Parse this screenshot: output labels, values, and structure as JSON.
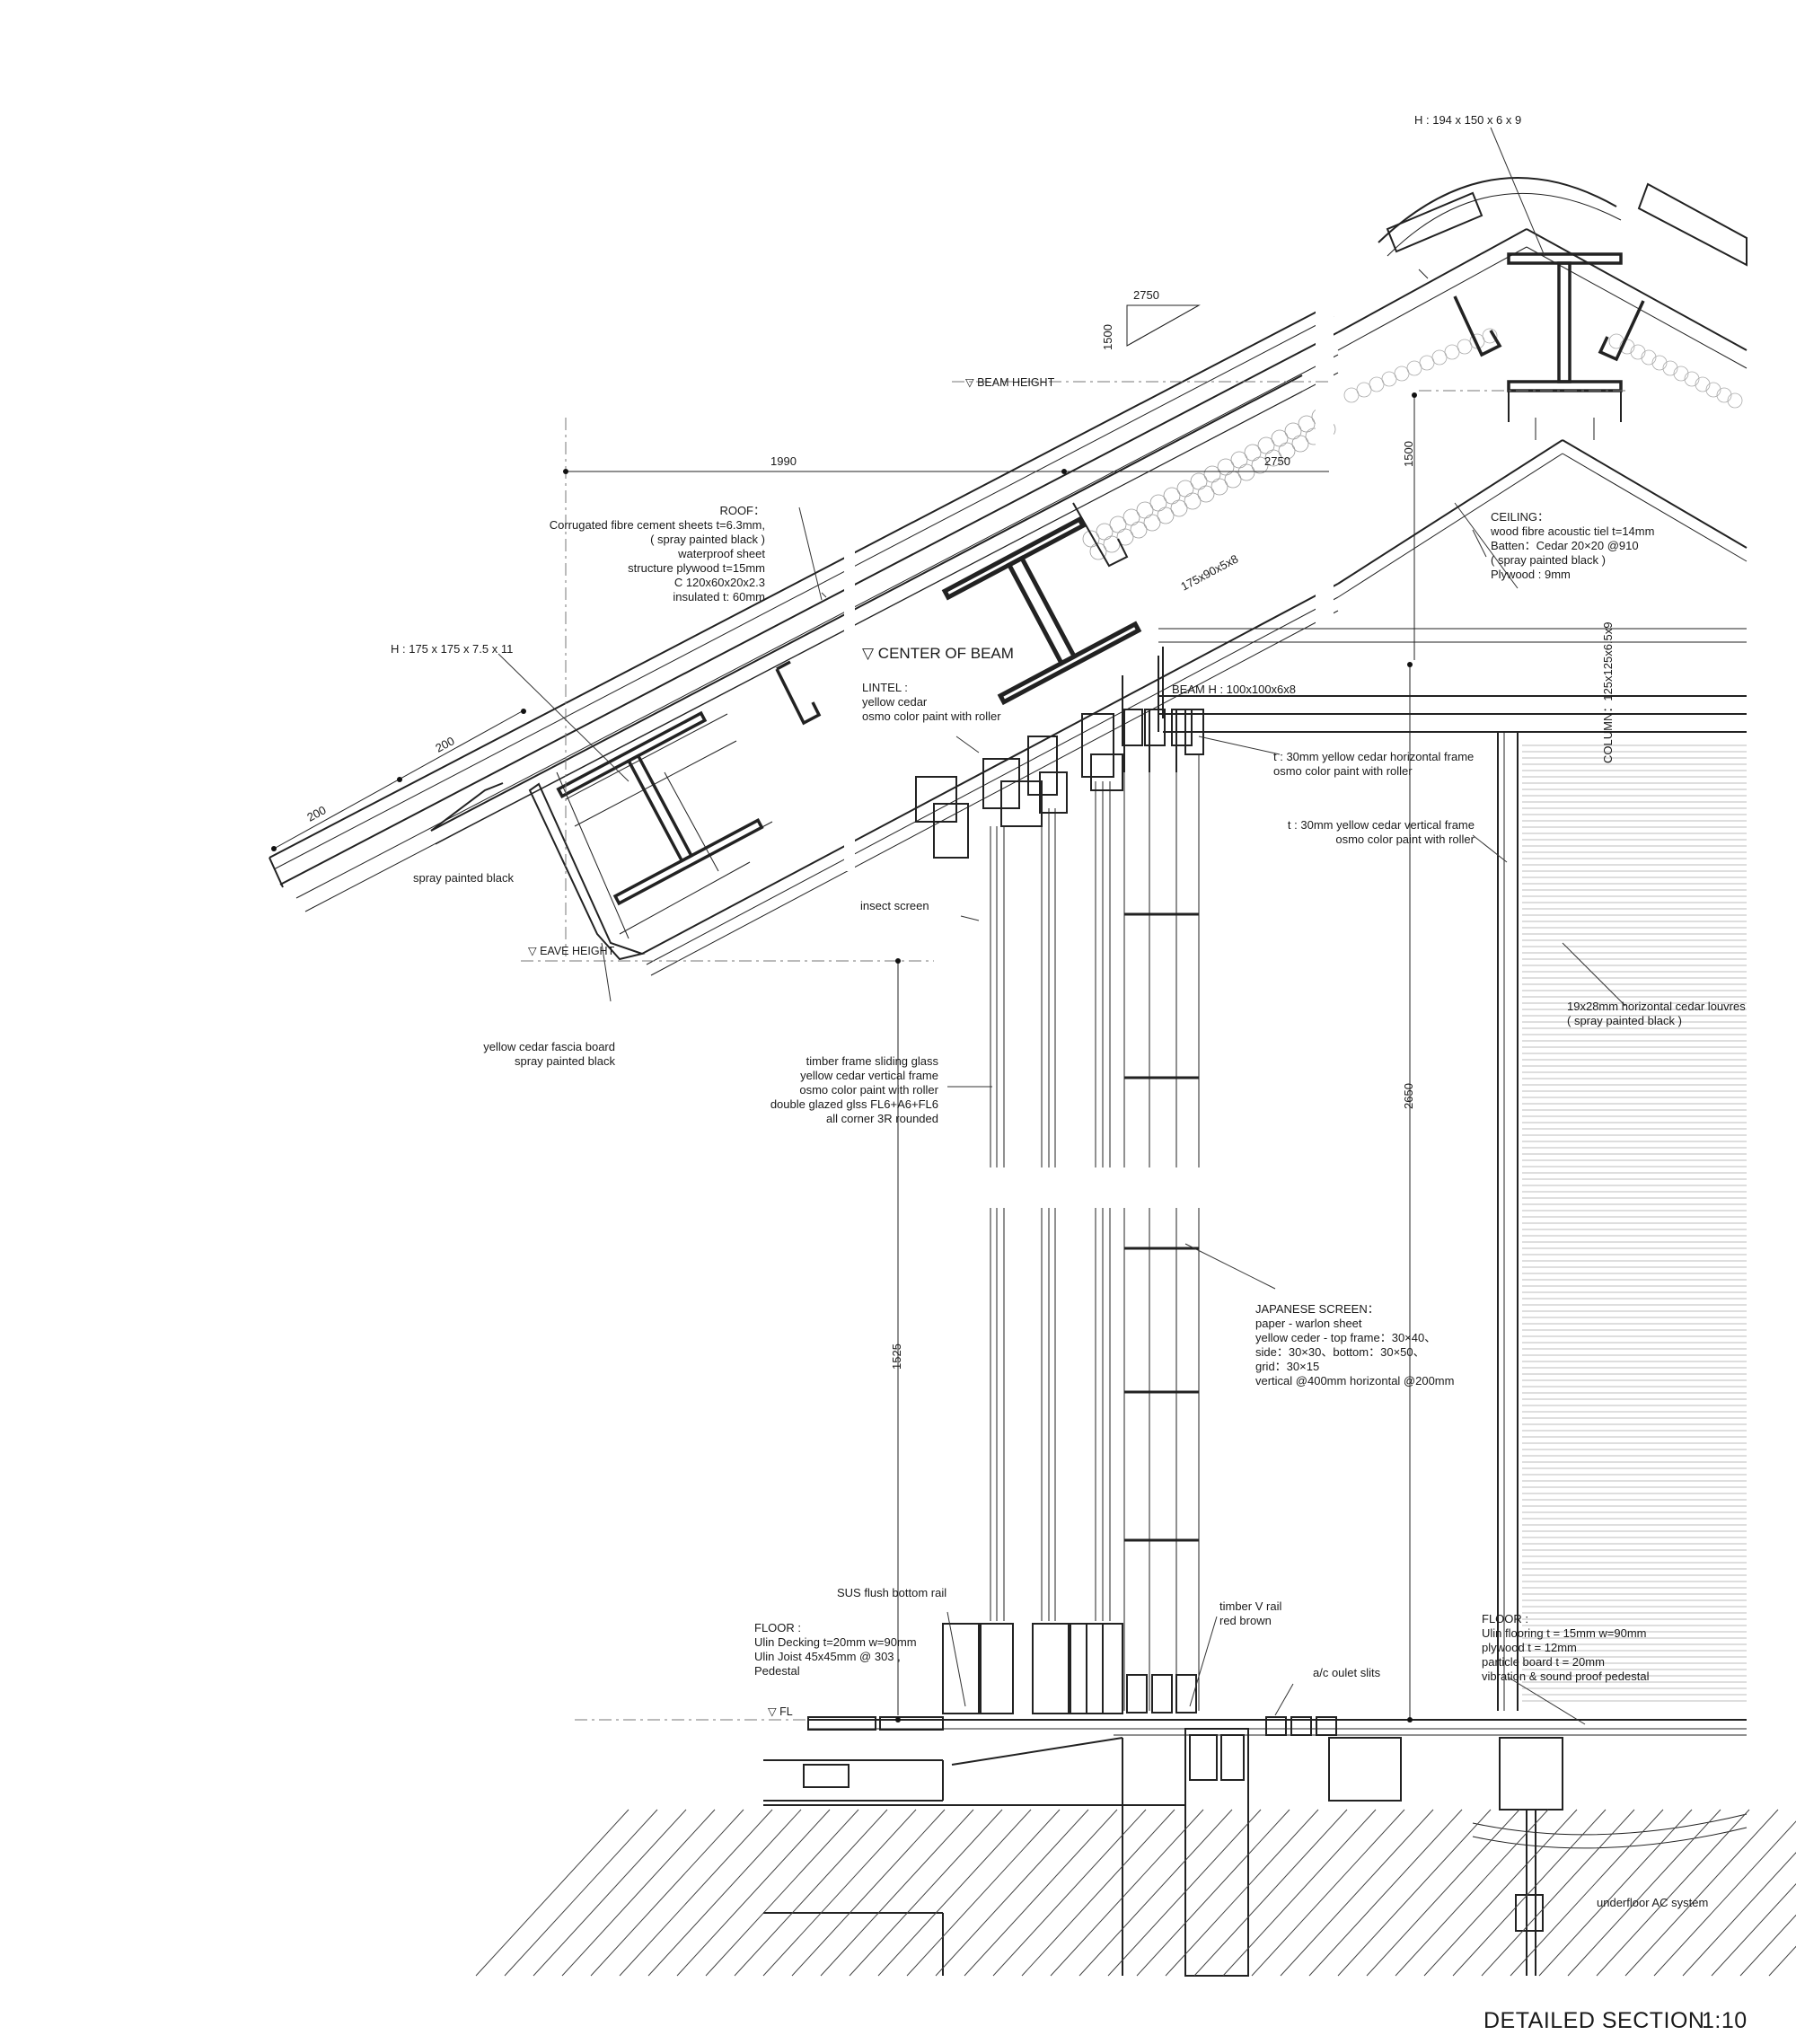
{
  "title": "DETAILED SECTION",
  "scale": "1:10",
  "dimensions": {
    "slope_run": "2750",
    "slope_rise": "1500",
    "eave_overhang": "1990",
    "span_2750": "2750",
    "ridge_rise": "1500",
    "eave_a": "200",
    "eave_b": "200",
    "wall_height": "2650",
    "sill_height": "1525",
    "rafter_section": "175x90x5x8"
  },
  "levels": {
    "beam_height": "▽ BEAM HEIGHT",
    "eave_height": "▽ EAVE HEIGHT",
    "center_of_beam": "▽ CENTER OF BEAM",
    "fl": "▽ FL"
  },
  "notes": {
    "ridge_beam": "H : 194 x 150 x 6 x 9",
    "eave_beam": "H : 175 x 175 x 7.5 x 11",
    "roof": [
      "ROOF：",
      "Corrugated fibre cement sheets t=6.3mm,",
      "( spray painted black )",
      "waterproof sheet",
      "structure plywood t=15mm",
      "C    120x60x20x2.3",
      "insulated t: 60mm"
    ],
    "ceiling": [
      "CEILING：",
      "wood fibre acoustic tiel t=14mm",
      "Batten：Cedar 20×20 @910",
      "( spray painted black )",
      "Plywood : 9mm"
    ],
    "column": "COLUMN：125x125x6.5x9",
    "beam": "BEAM    H : 100x100x6x8",
    "lintel": [
      "LINTEL :",
      "yellow cedar",
      "osmo color paint with roller"
    ],
    "spray_black": "spray painted black",
    "horizontal_frame": [
      "t : 30mm yellow cedar horizontal frame",
      "osmo color paint with roller"
    ],
    "vertical_frame": [
      "t : 30mm yellow cedar vertical frame",
      "osmo color paint with roller"
    ],
    "insect_screen": "insect screen",
    "fascia": [
      "yellow cedar fascia board",
      "spray painted black"
    ],
    "louvres": [
      "19x28mm horizontal cedar louvres",
      "( spray painted black )"
    ],
    "sliding_glass": [
      "timber frame sliding glass",
      "yellow cedar vertical frame",
      "osmo color paint with roller",
      "double glazed glss FL6+A6+FL6",
      "all corner 3R rounded"
    ],
    "japanese_screen": [
      "JAPANESE SCREEN：",
      "paper - warlon sheet",
      "yellow ceder - top frame：30×40、",
      "side：30×30、bottom：30×50、",
      "grid：30×15",
      "vertical @400mm horizontal @200mm"
    ],
    "sus_rail": "SUS flush bottom rail",
    "timber_rail": [
      "timber V rail",
      "red brown"
    ],
    "floor_left": [
      "FLOOR   :",
      "Ulin Decking  t=20mm w=90mm",
      "Ulin Joist 45x45mm @ 303 ,",
      "Pedestal"
    ],
    "ac_slits": "a/c oulet slits",
    "floor_right": [
      "FLOOR  :",
      "Ulin flooring t = 15mm w=90mm",
      "plywood    t = 12mm",
      "particle board    t = 20mm",
      "vibration & sound proof pedestal"
    ],
    "underfloor_ac": "underfloor AC system"
  }
}
